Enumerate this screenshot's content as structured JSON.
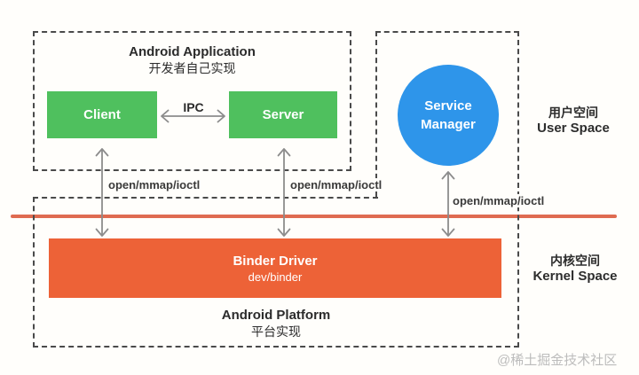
{
  "diagram": {
    "app": {
      "title": "Android Application",
      "subtitle": "开发者自己实现"
    },
    "client": "Client",
    "server": "Server",
    "ipc": "IPC",
    "service_manager": {
      "line1": "Service",
      "line2": "Manager"
    },
    "user_space": {
      "zh": "用户空间",
      "en": "User Space"
    },
    "kernel_space": {
      "zh": "内核空间",
      "en": "Kernel Space"
    },
    "binder": {
      "title": "Binder Driver",
      "subtitle": "dev/binder"
    },
    "platform": {
      "title": "Android Platform",
      "subtitle": "平台实现"
    },
    "syscall_labels": [
      "open/mmap/ioctl",
      "open/mmap/ioctl",
      "open/mmap/ioctl"
    ],
    "watermark": "@稀土掘金技术社区",
    "colors": {
      "node_green": "#4fc05e",
      "node_blue": "#2e95ea",
      "node_orange": "#ed6237",
      "boundary_red": "#df6b51",
      "dash_border": "#4a4a4a",
      "arrow_gray": "#8c8c8c"
    }
  }
}
